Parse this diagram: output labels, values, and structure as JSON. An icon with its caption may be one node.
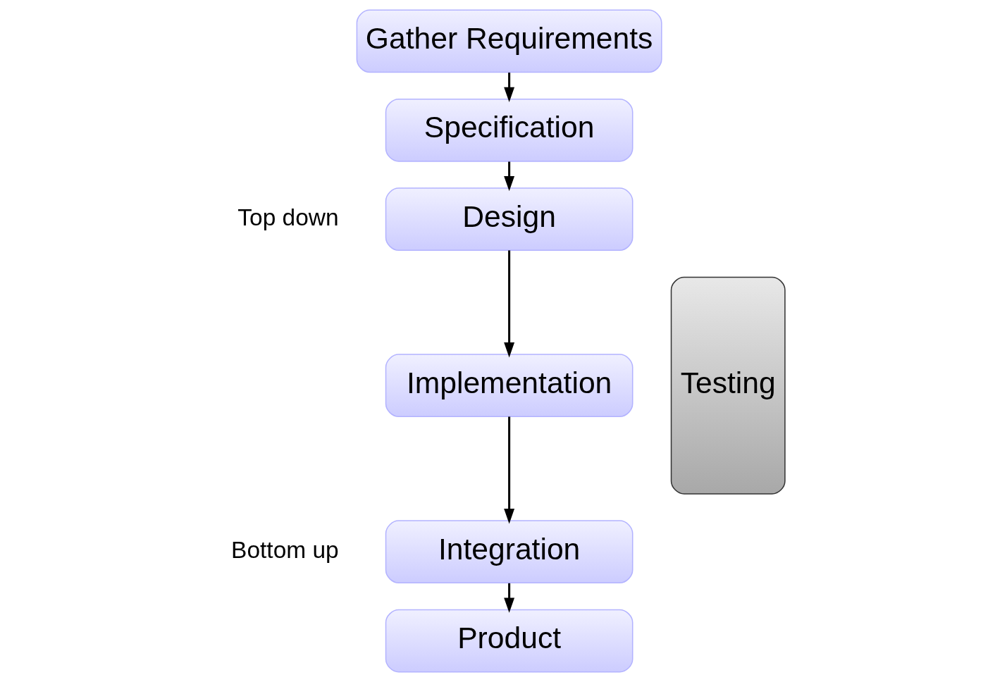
{
  "diagram": {
    "nodes": [
      {
        "text": [
          "Gather Requirements"
        ]
      },
      {
        "text": [
          "Specification"
        ]
      },
      {
        "text": [
          "Design"
        ]
      },
      {
        "text": [
          "Implementation"
        ]
      },
      {
        "text": [
          "Integration"
        ]
      },
      {
        "text": [
          "Product"
        ]
      },
      {
        "text": [
          "Testing"
        ]
      }
    ],
    "edges": [
      {
        "from": 0,
        "to": 1,
        "arrow": "to"
      },
      {
        "from": 1,
        "to": 2,
        "arrow": "to"
      },
      {
        "from": 2,
        "to": 3,
        "arrow": "to"
      },
      {
        "from": 3,
        "to": 4,
        "arrow": "to"
      },
      {
        "from": 4,
        "to": 5,
        "arrow": "to"
      }
    ],
    "labels": [
      "Top down",
      "Bottom up"
    ]
  }
}
